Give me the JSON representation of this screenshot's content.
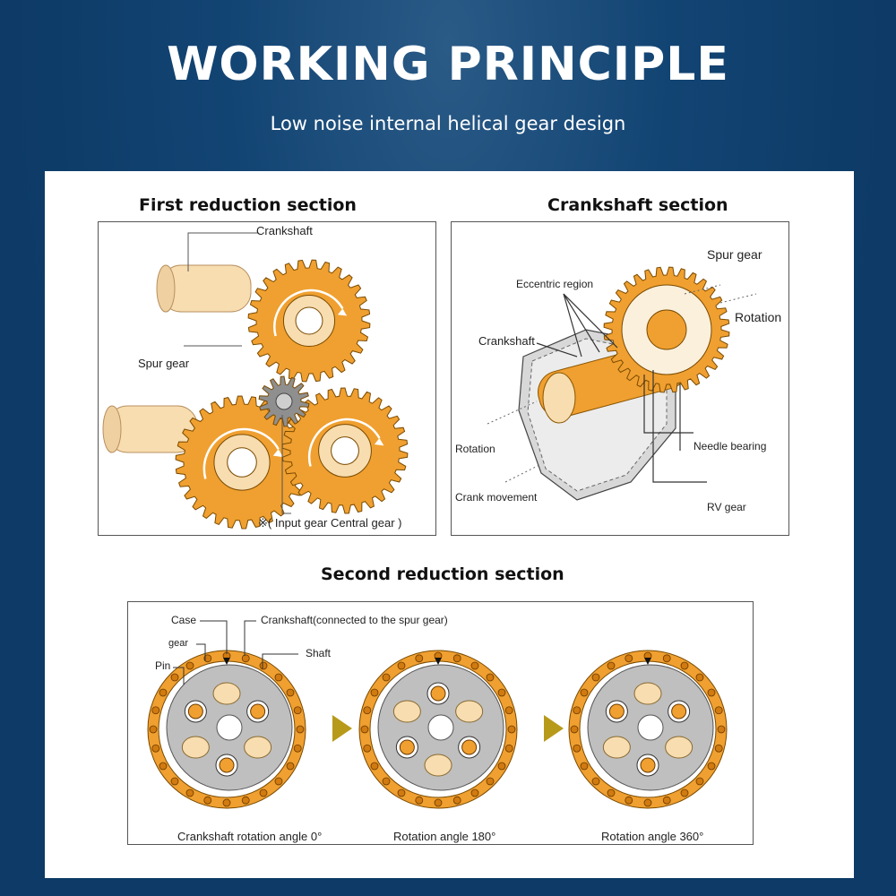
{
  "header": {
    "title": "WORKING PRINCIPLE",
    "subtitle": "Low noise internal helical gear design"
  },
  "sections": {
    "first": {
      "title": "First reduction section",
      "labels": {
        "crankshaft": "Crankshaft",
        "spur_gear": "Spur gear",
        "input_gear": "※( Input gear Central gear )"
      }
    },
    "crankshaft": {
      "title": "Crankshaft section",
      "labels": {
        "spur_gear": "Spur gear",
        "rotation_right": "Rotation",
        "eccentric": "Eccentric region",
        "crankshaft": "Crankshaft",
        "rotation_left": "Rotation",
        "needle_bearing": "Needle bearing",
        "crank_movement": "Crank movement",
        "rv_gear": "RV gear"
      }
    },
    "second": {
      "title": "Second reduction section",
      "labels": {
        "case": "Case",
        "crankshaft_conn": "Crankshaft(connected to the spur gear)",
        "gear": "gear",
        "shaft": "Shaft",
        "pin": "Pin",
        "angle0": "Crankshaft rotation angle 0°",
        "angle180": "Rotation angle 180°",
        "angle360": "Rotation angle 360°"
      }
    }
  },
  "colors": {
    "orange": "#f0a030",
    "dark_orange": "#d07a10",
    "cream": "#f7ddb0",
    "gray": "#bfbfbf",
    "arrow": "#b89a1a",
    "background": "#0d3a66"
  }
}
